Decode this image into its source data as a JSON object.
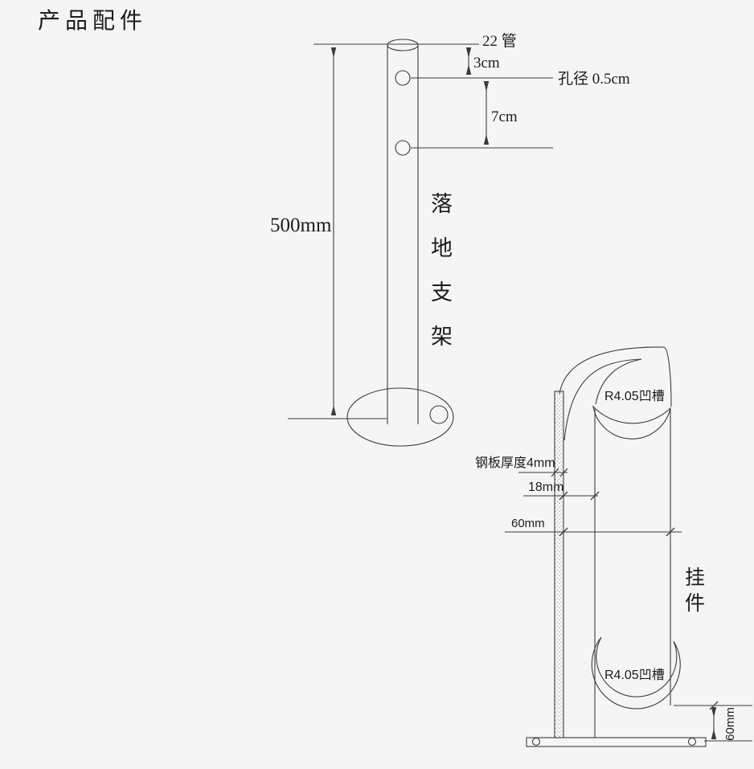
{
  "page": {
    "title": "产品配件"
  },
  "colors": {
    "bg": "#f5f5f5",
    "line": "#3c3c3c",
    "text": "#1c1c1c"
  },
  "floor_stand": {
    "tube_label": "22 管",
    "dim_tube_to_hole": "3cm",
    "hole_label": "孔径 0.5cm",
    "dim_between_holes": "7cm",
    "dim_height": "500mm",
    "name": "落地支架",
    "name_chars": [
      "落",
      "地",
      "支",
      "架"
    ]
  },
  "hanger": {
    "groove_top": "R4.05凹槽",
    "groove_bottom": "R4.05凹槽",
    "plate_thickness": "钢板厚度4mm",
    "dim_plate_to_tube": "18mm",
    "dim_tube_width": "60mm",
    "dim_base_height": "60mm",
    "name": "挂件",
    "name_chars": [
      "挂",
      "件"
    ]
  }
}
